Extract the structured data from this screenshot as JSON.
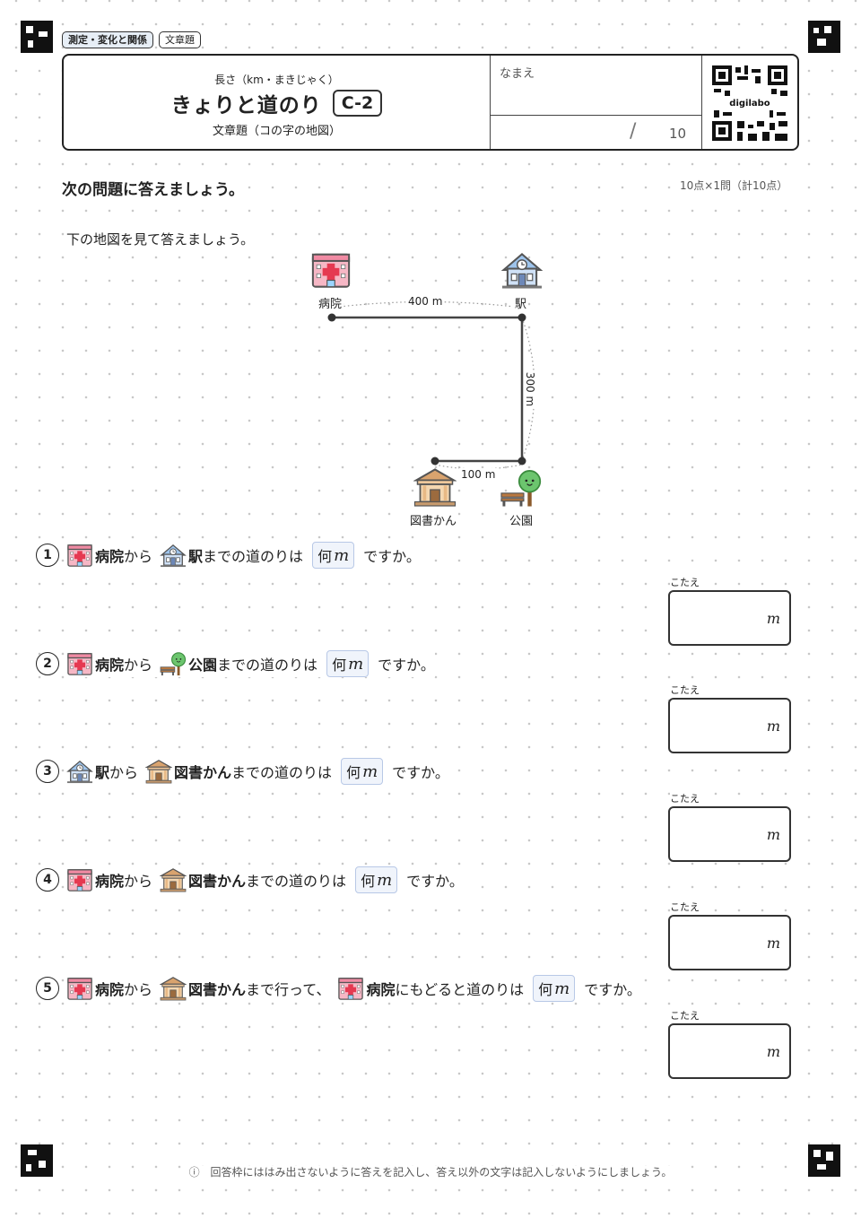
{
  "tags": [
    "測定・変化と関係",
    "文章題"
  ],
  "header": {
    "subtitle": "長さ（km・まきじゃく）",
    "title": "きょりと道のり",
    "code": "C-2",
    "subtitle2": "文章題（コの字の地図）",
    "name_label": "なまえ",
    "slash": "/",
    "total": "10",
    "qr_text": "digilabo"
  },
  "instructions": "次の問題に答えましょう。",
  "points": "10点×1問（計10点）",
  "lead": "下の地図を見て答えましょう。",
  "map": {
    "places": {
      "hospital": "病院",
      "station": "駅",
      "library": "図書かん",
      "park": "公園"
    },
    "distances": {
      "hospital_station": "400 m",
      "station_park": "300 m",
      "park_library": "100 m"
    }
  },
  "questions": [
    {
      "num": "1",
      "p1": "病院",
      "mid": "から",
      "p2": "駅",
      "tail": "までの道のりは",
      "unit_q": "何",
      "unit": "m",
      "end": "ですか。"
    },
    {
      "num": "2",
      "p1": "病院",
      "mid": "から",
      "p2": "公園",
      "tail": "までの道のりは",
      "unit_q": "何",
      "unit": "m",
      "end": "ですか。"
    },
    {
      "num": "3",
      "p1": "駅",
      "mid": "から",
      "p2": "図書かん",
      "tail": "までの道のりは",
      "unit_q": "何",
      "unit": "m",
      "end": "ですか。"
    },
    {
      "num": "4",
      "p1": "病院",
      "mid": "から",
      "p2": "図書かん",
      "tail": "までの道のりは",
      "unit_q": "何",
      "unit": "m",
      "end": "ですか。"
    },
    {
      "num": "5",
      "p1": "病院",
      "mid": "から",
      "p2": "図書かん",
      "tail": "まで行って、",
      "p3": "病院",
      "tail2": "にもどると道のりは",
      "unit_q": "何",
      "unit": "m",
      "end": "ですか。"
    }
  ],
  "answer_label": "こたえ",
  "answer_unit": "m",
  "footer": "回答枠にははみ出さないように答えを記入し、答え以外の文字は記入しないようにしましょう。",
  "footer_icon": "info-icon",
  "colors": {
    "accent_blue": "#e7eef6",
    "hospital_pink": "#f6b7c5",
    "station_blue": "#9ec4ec",
    "library_brown": "#d9a36e",
    "park_green": "#6cc56e"
  }
}
